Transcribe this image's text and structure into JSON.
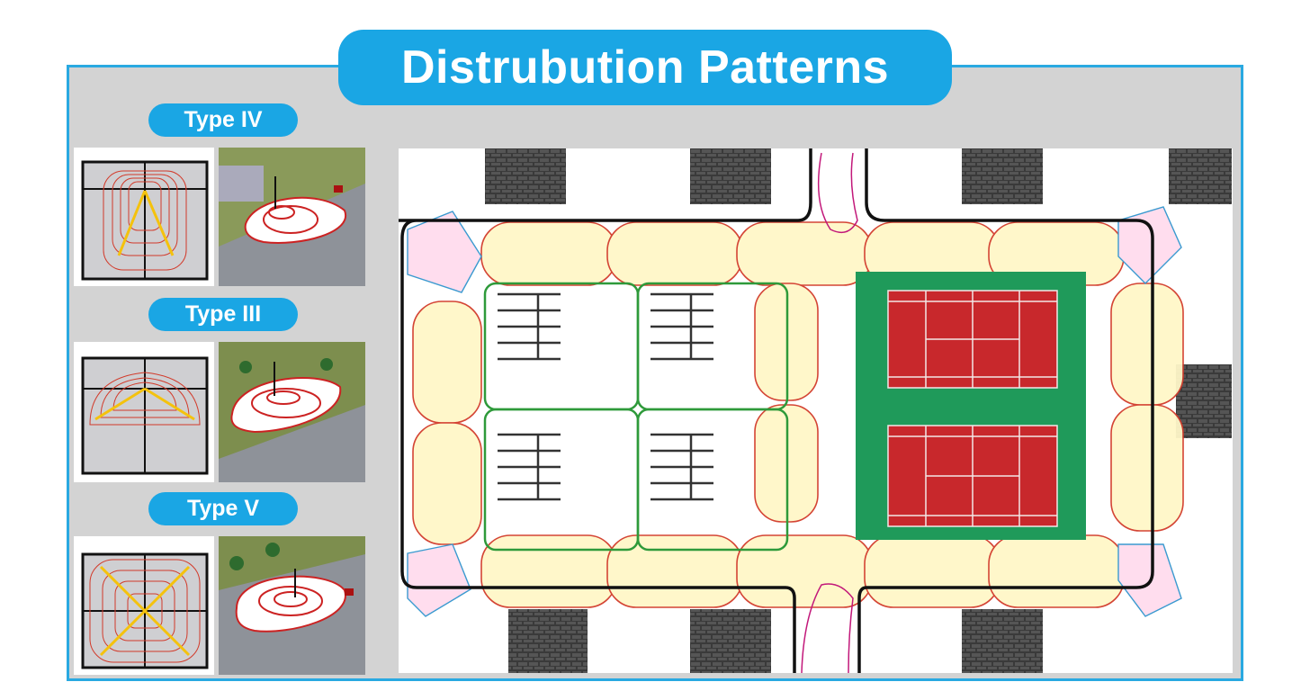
{
  "title": "Distrubution Patterns",
  "patterns": [
    {
      "label": "Type IV",
      "icon": "type-iv-forward-throw-diagram"
    },
    {
      "label": "Type III",
      "icon": "type-iii-asymmetric-diagram"
    },
    {
      "label": "Type V",
      "icon": "type-v-symmetric-diagram"
    }
  ],
  "colors": {
    "accent": "#1aa6e4",
    "court": "#c8282c",
    "court_surround": "#1f9a5a",
    "contour": "#d23a2a",
    "pool": "#fff7c8"
  }
}
